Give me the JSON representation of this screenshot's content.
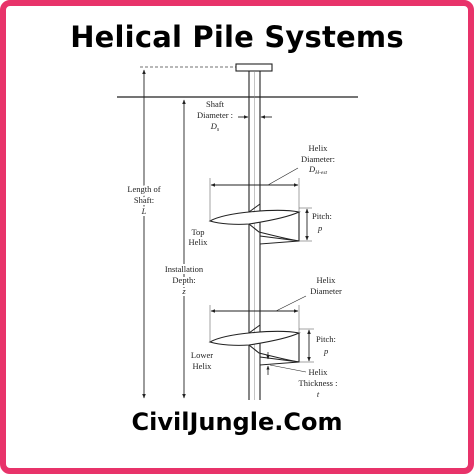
{
  "header": {
    "title": "Helical Pile Systems"
  },
  "footer": {
    "website": "CivilJungle.Com"
  },
  "diagram": {
    "labels": {
      "shaft_diameter_1": "Shaft",
      "shaft_diameter_2": "Diameter :",
      "shaft_diameter_3": "D",
      "shaft_diameter_3_sub": "s",
      "helix_diameter_top_1": "Helix",
      "helix_diameter_top_2": "Diameter:",
      "helix_diameter_top_3": "D",
      "helix_diameter_top_3_sub": "H-est",
      "length_of_shaft_1": "Length of",
      "length_of_shaft_2": "Shaft:",
      "length_of_shaft_3": "L",
      "pitch_top_1": "Pitch:",
      "pitch_top_2": "p",
      "top_helix_1": "Top",
      "top_helix_2": "Helix",
      "installation_depth_1": "Installation",
      "installation_depth_2": "Depth:",
      "installation_depth_3": "z",
      "helix_diameter_lower_1": "Helix",
      "helix_diameter_lower_2": "Diameter",
      "pitch_lower_1": "Pitch:",
      "pitch_lower_2": "p",
      "lower_helix_1": "Lower",
      "lower_helix_2": "Helix",
      "helix_thickness_1": "Helix",
      "helix_thickness_2": "Thickness :",
      "helix_thickness_3": "t"
    }
  }
}
